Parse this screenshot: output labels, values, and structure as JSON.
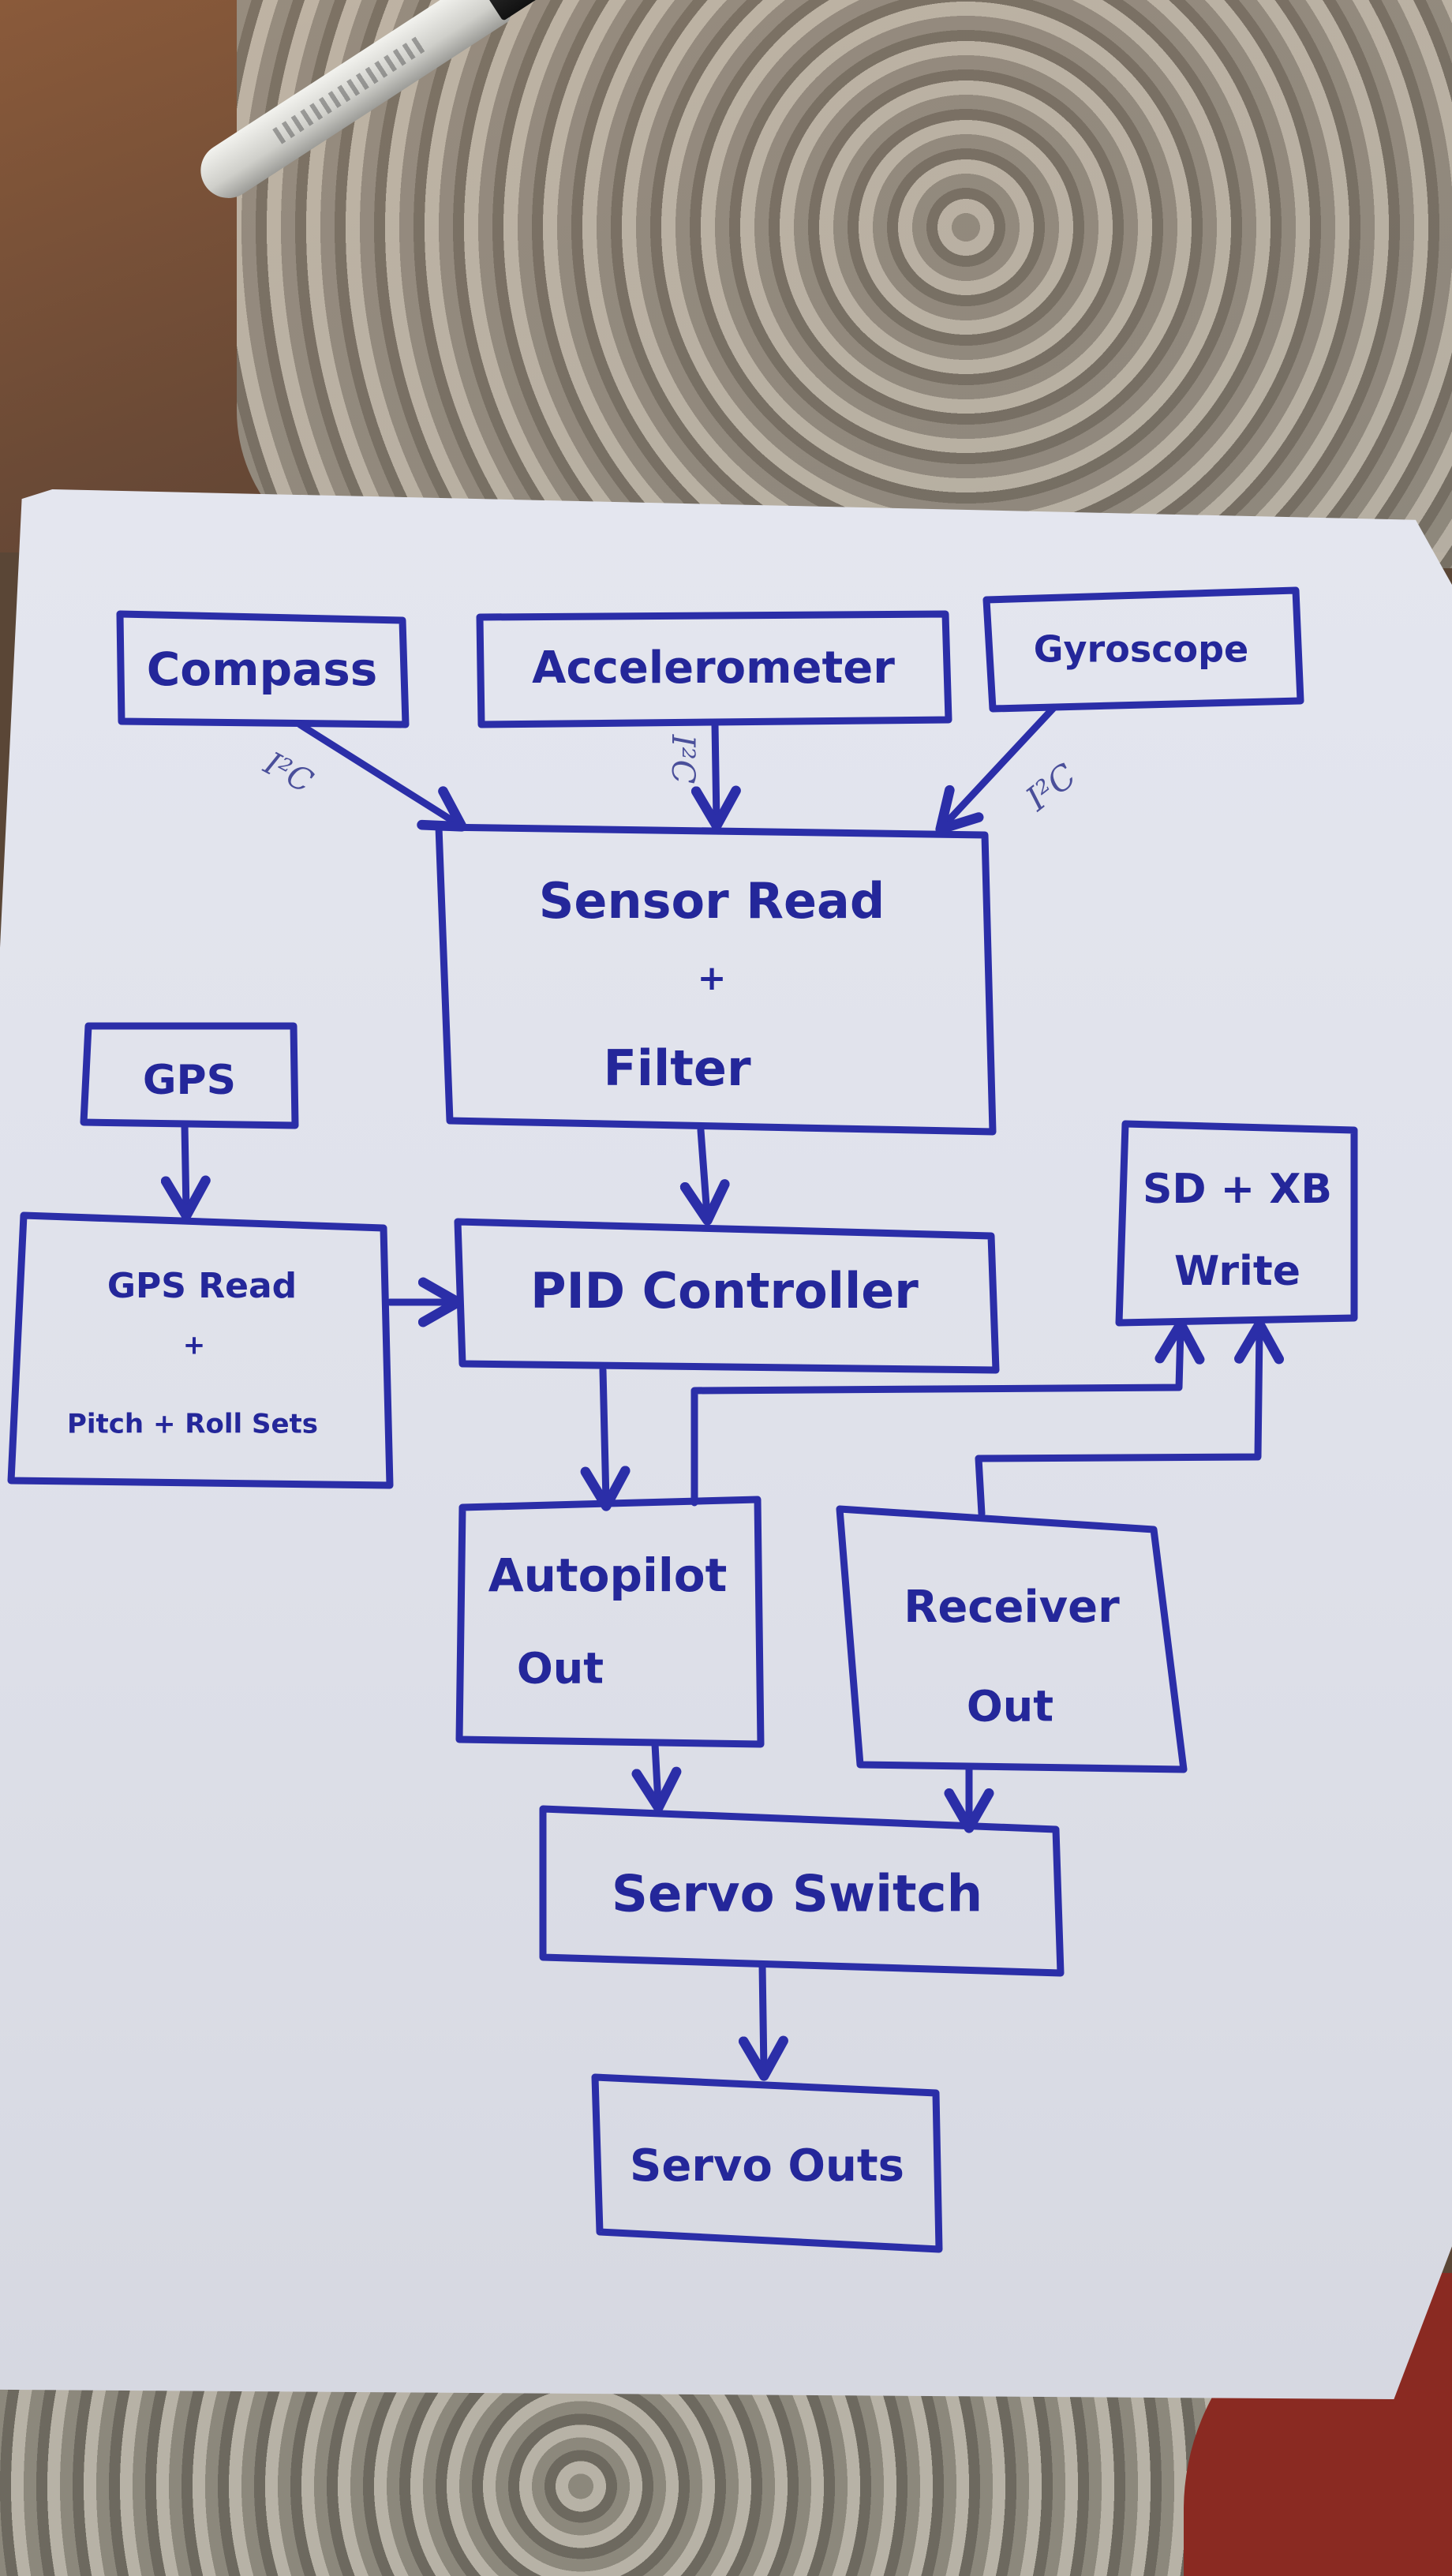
{
  "diagram": {
    "nodes": {
      "compass": "Compass",
      "accelerometer": "Accelerometer",
      "gyroscope": "Gyroscope",
      "sensor_read_line1": "Sensor Read",
      "sensor_read_line2": "+",
      "sensor_read_line3": "Filter",
      "gps": "GPS",
      "gps_read_line1": "GPS Read",
      "gps_read_line2": "+",
      "gps_read_line3": "Pitch + Roll Sets",
      "pid_controller": "PID Controller",
      "sd_xb_line1": "SD + XB",
      "sd_xb_line2": "Write",
      "autopilot_line1": "Autopilot",
      "autopilot_line2": "Out",
      "receiver_line1": "Receiver",
      "receiver_line2": "Out",
      "servo_switch": "Servo Switch",
      "servo_outs": "Servo Outs"
    },
    "edge_labels": {
      "compass_bus": "I²C",
      "accelerometer_bus": "I²C",
      "gyroscope_bus": "I²C"
    },
    "edges": [
      {
        "from": "compass",
        "to": "sensor_read",
        "label": "I²C"
      },
      {
        "from": "accelerometer",
        "to": "sensor_read",
        "label": "I²C"
      },
      {
        "from": "gyroscope",
        "to": "sensor_read",
        "label": "I²C"
      },
      {
        "from": "sensor_read",
        "to": "pid_controller"
      },
      {
        "from": "gps",
        "to": "gps_read"
      },
      {
        "from": "gps_read",
        "to": "pid_controller"
      },
      {
        "from": "pid_controller",
        "to": "autopilot_out"
      },
      {
        "from": "autopilot_out",
        "to": "sd_xb_write"
      },
      {
        "from": "receiver_out",
        "to": "sd_xb_write"
      },
      {
        "from": "autopilot_out",
        "to": "servo_switch"
      },
      {
        "from": "receiver_out",
        "to": "servo_switch"
      },
      {
        "from": "servo_switch",
        "to": "servo_outs"
      }
    ],
    "ink_color": "#2b2ea8",
    "paper_color": "#e2e4ed"
  }
}
